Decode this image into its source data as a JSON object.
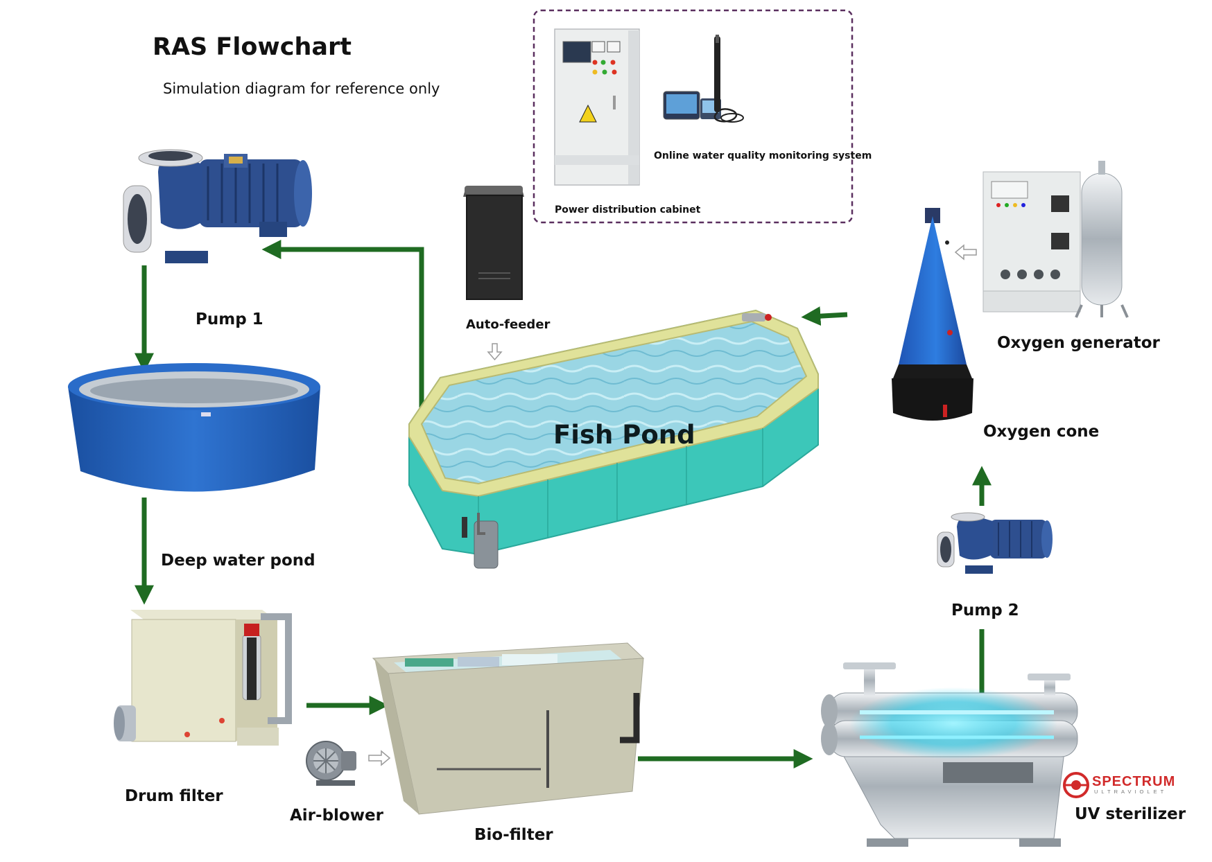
{
  "header": {
    "title": "RAS Flowchart",
    "subtitle": "Simulation diagram for reference only"
  },
  "labels": {
    "pump1": "Pump 1",
    "deep_water_pond": "Deep water pond",
    "drum_filter": "Drum filter",
    "air_blower": "Air-blower",
    "bio_filter": "Bio-filter",
    "uv_sterilizer": "UV sterilizer",
    "pump2": "Pump 2",
    "oxygen_cone": "Oxygen cone",
    "oxygen_generator": "Oxygen generator",
    "fish_pond": "Fish Pond",
    "auto_feeder": "Auto-feeder",
    "power_cabinet": "Power distribution cabinet",
    "monitoring_system": "Online water quality monitoring system"
  },
  "logo": {
    "brand": "SPECTRUM",
    "tagline": "ULTRAVIOLET"
  },
  "colors": {
    "flow_arrow": "#1f6b22",
    "pump_blue": "#2e4f8f",
    "tank_blue": "#1f5fb8",
    "pond_water": "#8fd0e0",
    "pond_wall": "#3cc7b9",
    "pond_rim": "#e0e29a",
    "dashed_box": "#5a2f5f",
    "logo_red": "#d12a2a"
  }
}
